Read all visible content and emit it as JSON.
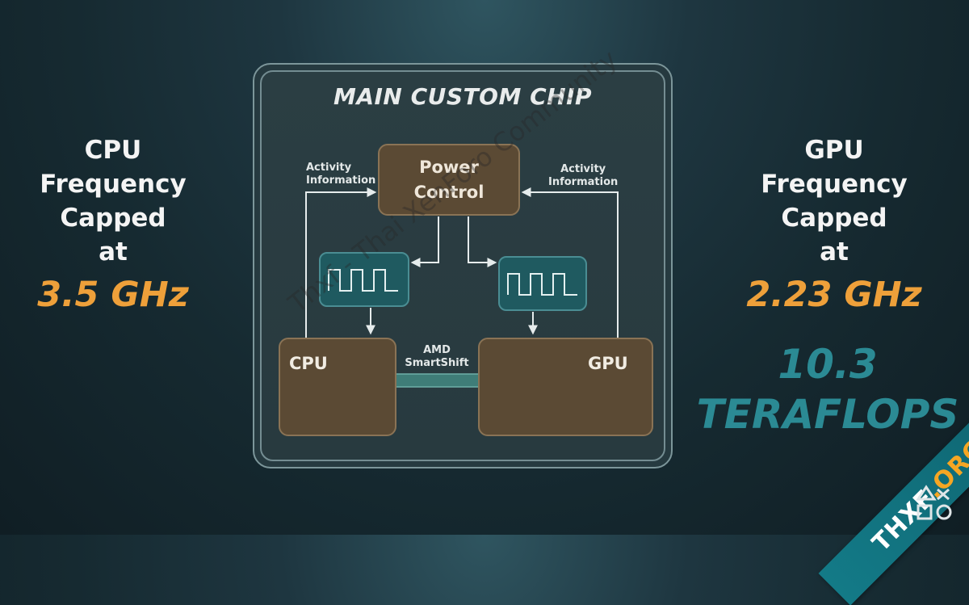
{
  "left_stat": {
    "lines": [
      "CPU",
      "Frequency",
      "Capped",
      "at"
    ],
    "frequency": "3.5 GHz"
  },
  "right_stat": {
    "lines": [
      "GPU",
      "Frequency",
      "Capped",
      "at"
    ],
    "frequency": "2.23 GHz",
    "teraflops_value": "10.3",
    "teraflops_unit": "TERAFLOPS"
  },
  "chip": {
    "title": "MAIN CUSTOM CHIP",
    "power_control": [
      "Power",
      "Control"
    ],
    "cpu_label": "CPU",
    "gpu_label": "GPU",
    "activity_left": [
      "Activity",
      "Information"
    ],
    "activity_right": [
      "Activity",
      "Information"
    ],
    "smartshift": [
      "AMD",
      "SmartShift"
    ]
  },
  "watermark": "Thxf - Thai XenForo Community",
  "ribbon": {
    "prefix": "THXF",
    "suffix": ".ORG"
  },
  "colors": {
    "background": "#1a2e35",
    "frequency_orange": "#eea03a",
    "teraflops_teal": "#2b8a94",
    "box_brown": "#5b4a34",
    "clock_teal": "#1f5a60"
  }
}
